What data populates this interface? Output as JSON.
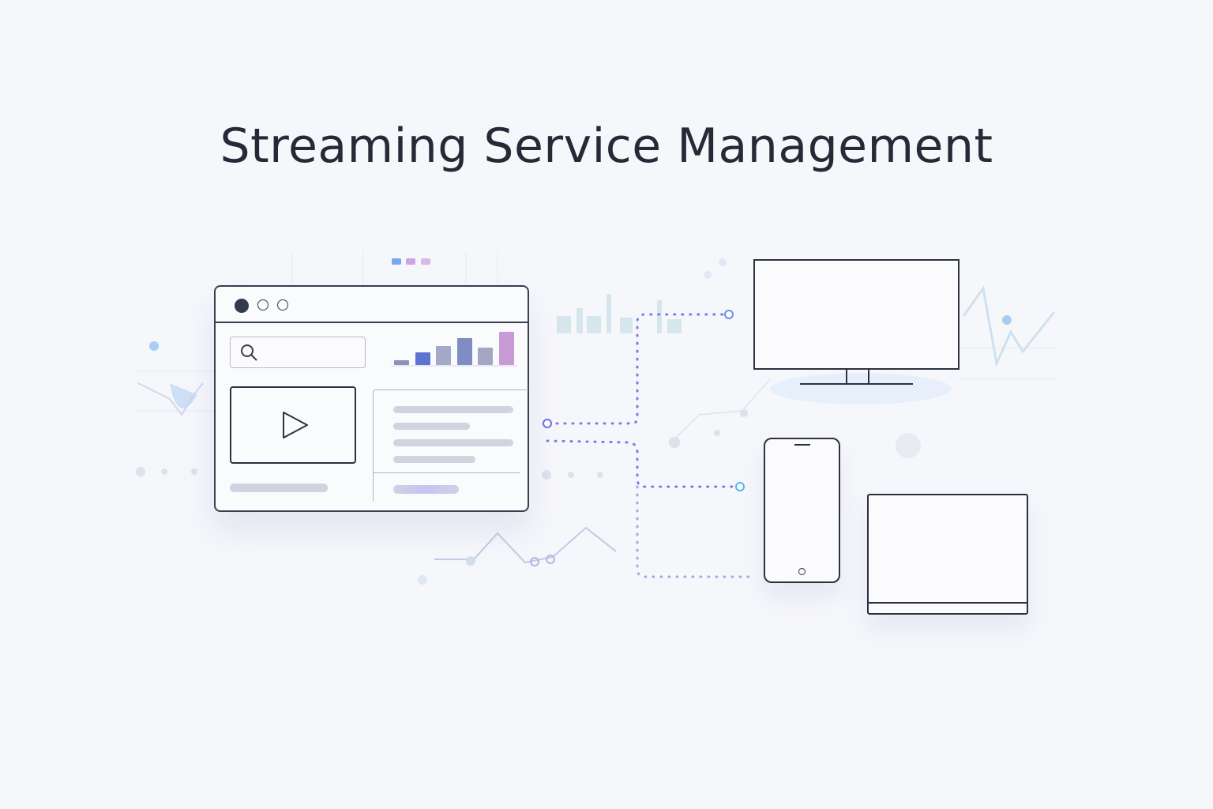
{
  "title": "Streaming Service Management",
  "colors": {
    "accent": "#6b6ee8",
    "ink": "#2c3140",
    "bar_colors": [
      "#8a91bb",
      "#5b74cf",
      "#a3a9c7",
      "#7f8cc4",
      "#a3a7c3",
      "#c99bd6"
    ]
  },
  "mini_chart": {
    "values": [
      0.14,
      0.38,
      0.57,
      0.81,
      0.52,
      1.0
    ]
  },
  "icons": [
    "search-icon",
    "play-icon",
    "monitor-icon",
    "phone-icon",
    "tablet-icon"
  ]
}
